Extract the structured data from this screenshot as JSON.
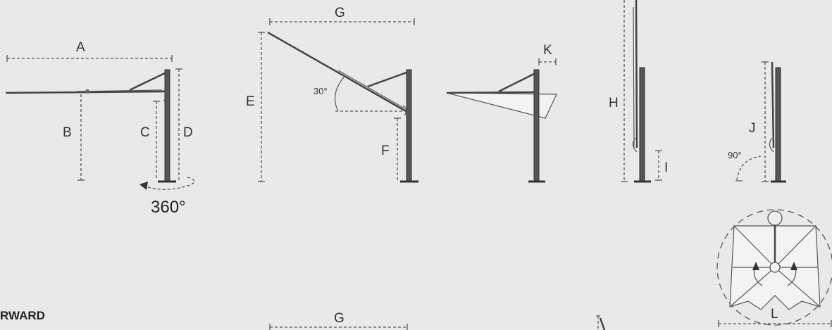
{
  "labels": {
    "A": "A",
    "B": "B",
    "C": "C",
    "D": "D",
    "E": "E",
    "F": "F",
    "G": "G",
    "H": "H",
    "I": "I",
    "J": "J",
    "K": "K",
    "L": "L",
    "G2": "G"
  },
  "angles": {
    "rotation": "360°",
    "tilt": "30°",
    "fold": "90°"
  },
  "section_heading": "RWARD"
}
